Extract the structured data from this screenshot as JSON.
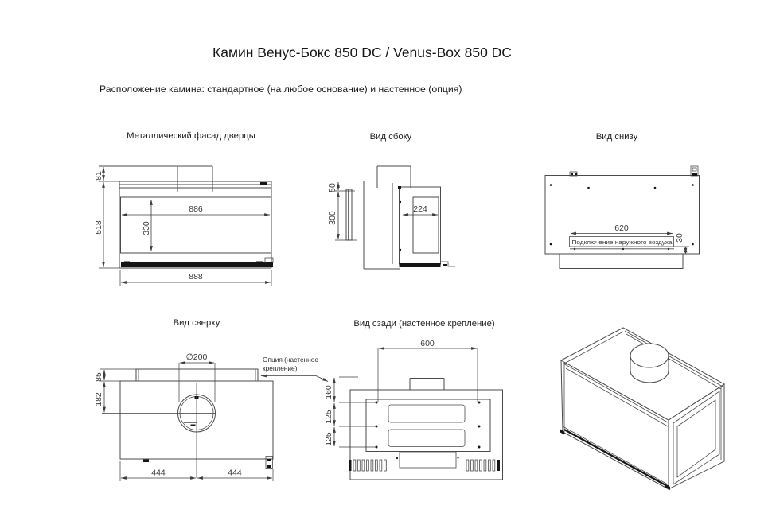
{
  "page": {
    "title": "Камин Венус-Бокс 850 DC / Venus-Box 850 DC",
    "subtitle": "Расположение камина: стандартное (на любое основание) и настенное (опция)"
  },
  "views": {
    "front": {
      "title": "Металлический фасад дверцы",
      "dims": {
        "top_height": "81",
        "total_height": "518",
        "inner_width": "886",
        "glass_height": "330",
        "total_width": "888"
      }
    },
    "side": {
      "title": "Вид сбоку",
      "dims": {
        "flue_offset": "50",
        "bracket_height": "300",
        "door_depth": "224"
      }
    },
    "bottom": {
      "title": "Вид снизу",
      "air_label": "Подключение наружного воздуха",
      "dims": {
        "air_width": "620",
        "air_offset": "30"
      }
    },
    "top": {
      "title": "Вид сверху",
      "option_label_line1": "Опция (настенное",
      "option_label_line2": "крепление)",
      "dims": {
        "flue_diameter": "∅200",
        "bracket_depth": "85",
        "flue_center_offset": "182",
        "left_half": "444",
        "right_half": "444"
      }
    },
    "rear": {
      "title": "Вид сзади (настенное крепление)",
      "dims": {
        "hole_spacing_h": "600",
        "top_offset": "160",
        "row_spacing_1": "125",
        "row_spacing_2": "125"
      }
    }
  }
}
